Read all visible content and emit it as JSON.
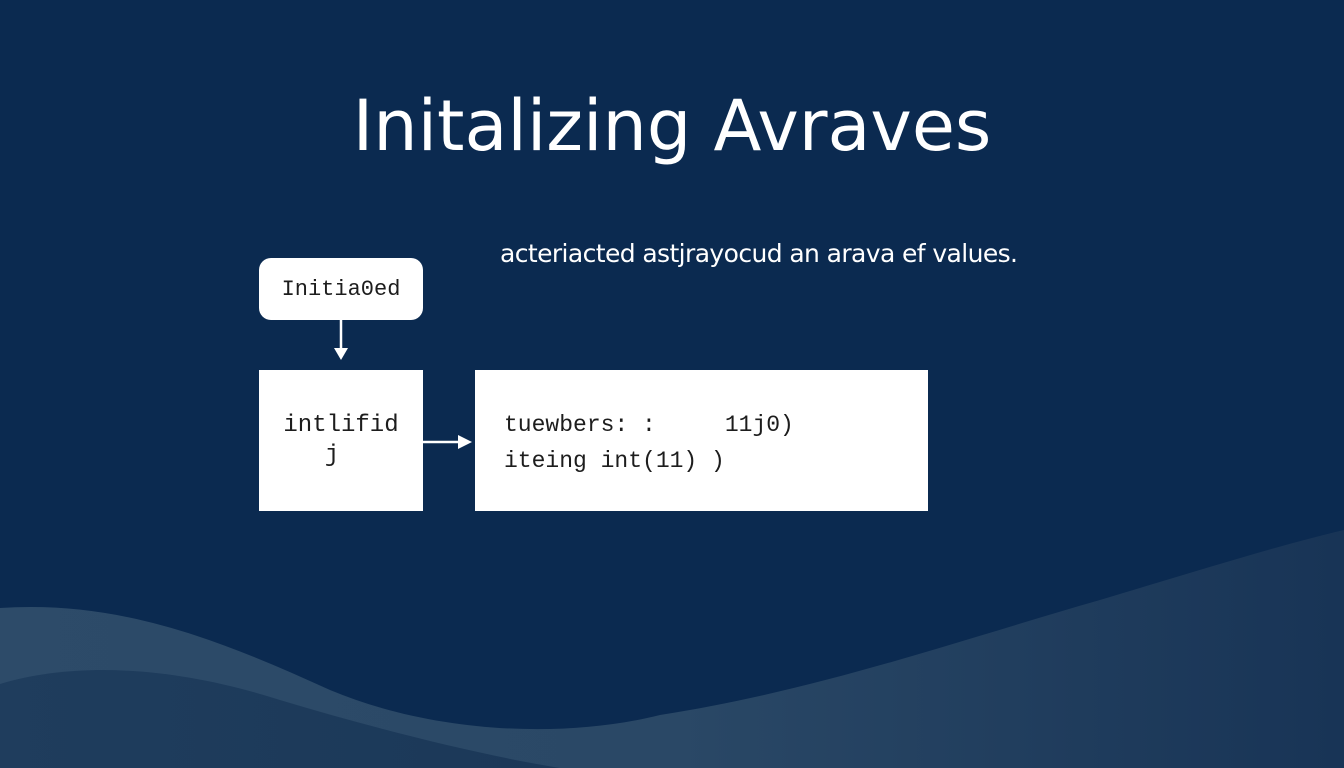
{
  "title": "Initalizing Avraves",
  "subtitle": "acteriacted astjrayocud an arava ef values.",
  "diagram": {
    "nodes": [
      {
        "id": "initialized",
        "label": "Initia0ed",
        "shape": "rounded-rect"
      },
      {
        "id": "intlifid",
        "lines": [
          "intlifid",
          "j"
        ],
        "shape": "rect"
      },
      {
        "id": "code",
        "lines": [
          "tuewbers: :     11j0)",
          "iteing int(11) )"
        ],
        "shape": "rect"
      }
    ],
    "edges": [
      {
        "from": "initialized",
        "to": "intlifid",
        "direction": "down"
      },
      {
        "from": "intlifid",
        "to": "code",
        "direction": "right"
      }
    ]
  },
  "colors": {
    "background": "#0b2a50",
    "wave_light": "#2c4a68",
    "wave_dark": "#1d3a5a",
    "node_fill": "#ffffff",
    "text_primary": "#ffffff",
    "node_text": "#1d1d1d",
    "arrow": "#ffffff"
  }
}
